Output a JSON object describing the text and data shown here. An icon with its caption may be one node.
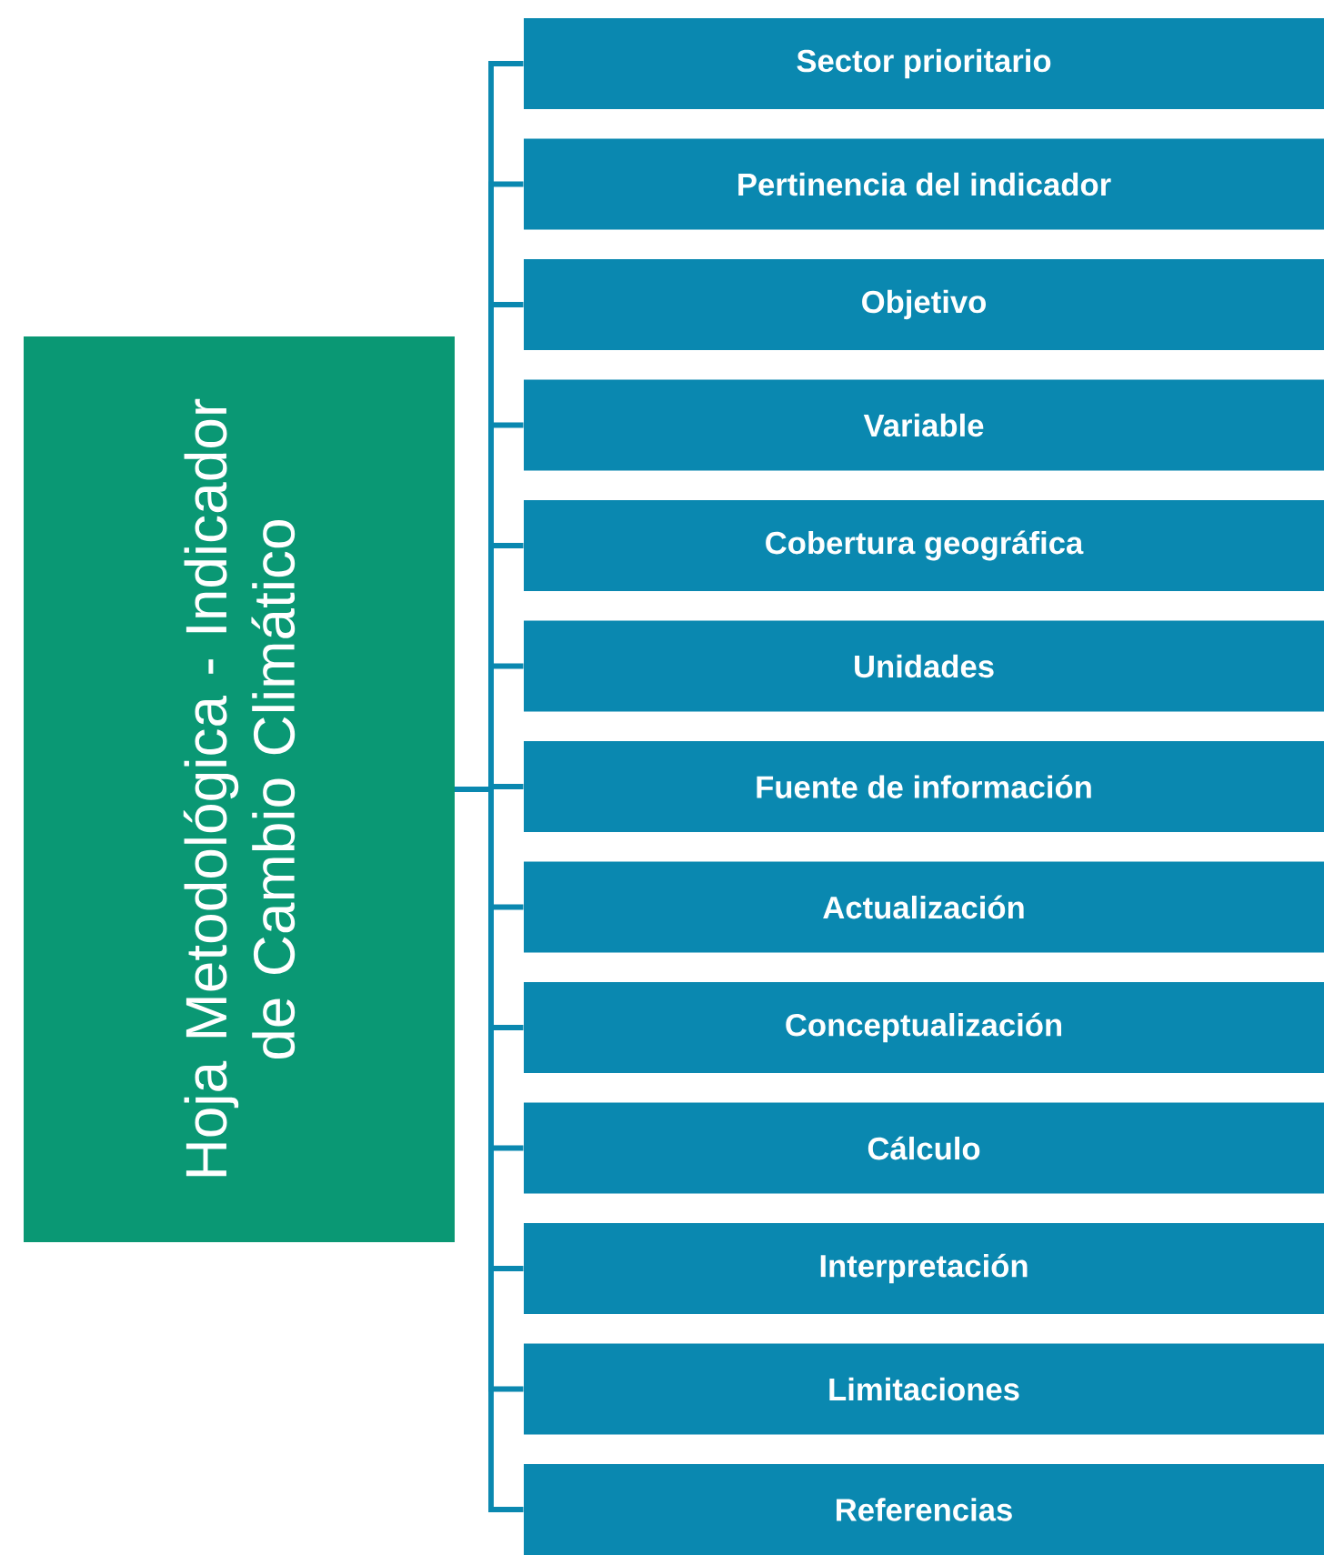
{
  "diagram": {
    "nodes": [
      {
        "text": [
          "Hoja Metodológica - Indicador de Cambio Climático"
        ]
      },
      {
        "text": [
          "Sector prioritario"
        ]
      },
      {
        "text": [
          "Pertinencia del indicador"
        ]
      },
      {
        "text": [
          "Objetivo"
        ]
      },
      {
        "text": [
          "Variable"
        ]
      },
      {
        "text": [
          "Cobertura geográfica"
        ]
      },
      {
        "text": [
          "Unidades"
        ]
      },
      {
        "text": [
          "Fuente de información"
        ]
      },
      {
        "text": [
          "Actualización"
        ]
      },
      {
        "text": [
          "Conceptualización"
        ]
      },
      {
        "text": [
          "Cálculo"
        ]
      },
      {
        "text": [
          "Interpretación"
        ]
      },
      {
        "text": [
          "Limitaciones"
        ]
      },
      {
        "text": [
          "Referencias"
        ]
      }
    ],
    "edges": [
      {
        "from": 0,
        "to": 1,
        "arrow": "none"
      },
      {
        "from": 0,
        "to": 2,
        "arrow": "none"
      },
      {
        "from": 0,
        "to": 3,
        "arrow": "none"
      },
      {
        "from": 0,
        "to": 4,
        "arrow": "none"
      },
      {
        "from": 0,
        "to": 5,
        "arrow": "none"
      },
      {
        "from": 0,
        "to": 6,
        "arrow": "none"
      },
      {
        "from": 0,
        "to": 7,
        "arrow": "none"
      },
      {
        "from": 0,
        "to": 8,
        "arrow": "none"
      },
      {
        "from": 0,
        "to": 9,
        "arrow": "none"
      },
      {
        "from": 0,
        "to": 10,
        "arrow": "none"
      },
      {
        "from": 0,
        "to": 11,
        "arrow": "none"
      },
      {
        "from": 0,
        "to": 12,
        "arrow": "none"
      },
      {
        "from": 0,
        "to": 13,
        "arrow": "none"
      }
    ]
  }
}
